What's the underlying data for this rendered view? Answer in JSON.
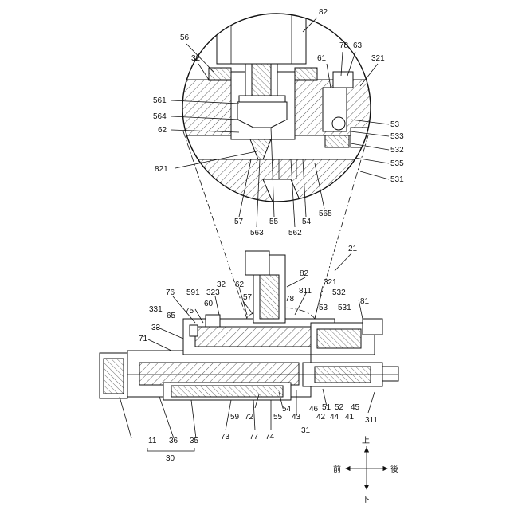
{
  "detail_labels": {
    "l82": "82",
    "l56": "56",
    "l78": "78",
    "l63": "63",
    "l32": "32",
    "l61": "61",
    "l321": "321",
    "l561": "561",
    "l564": "564",
    "l62": "62",
    "l53": "53",
    "l533": "533",
    "l532": "532",
    "l535": "535",
    "l821": "821",
    "l531": "531",
    "l565": "565",
    "l57": "57",
    "l55": "55",
    "l54": "54",
    "l563": "563",
    "l562": "562"
  },
  "main_labels": {
    "m21": "21",
    "m82": "82",
    "m811": "811",
    "m321": "321",
    "m32": "32",
    "m62": "62",
    "m78": "78",
    "m57": "57",
    "m76": "76",
    "m591": "591",
    "m323": "323",
    "m60": "60",
    "m532": "532",
    "m53": "53",
    "m531": "531",
    "m81": "81",
    "m331": "331",
    "m75": "75",
    "m65": "65",
    "m33": "33",
    "m71": "71",
    "m59": "59",
    "m72": "72",
    "m55": "55",
    "m54": "54",
    "m43": "43",
    "m46": "46",
    "m51": "51",
    "m52": "52",
    "m45": "45",
    "m42": "42",
    "m44": "44",
    "m41": "41",
    "m311": "311",
    "m31": "31",
    "m73": "73",
    "m77": "77",
    "m74": "74",
    "m11": "11",
    "m36": "36",
    "m35": "35",
    "m30": "30"
  },
  "orientation": {
    "up": "上",
    "down": "下",
    "front": "前",
    "rear": "後"
  }
}
